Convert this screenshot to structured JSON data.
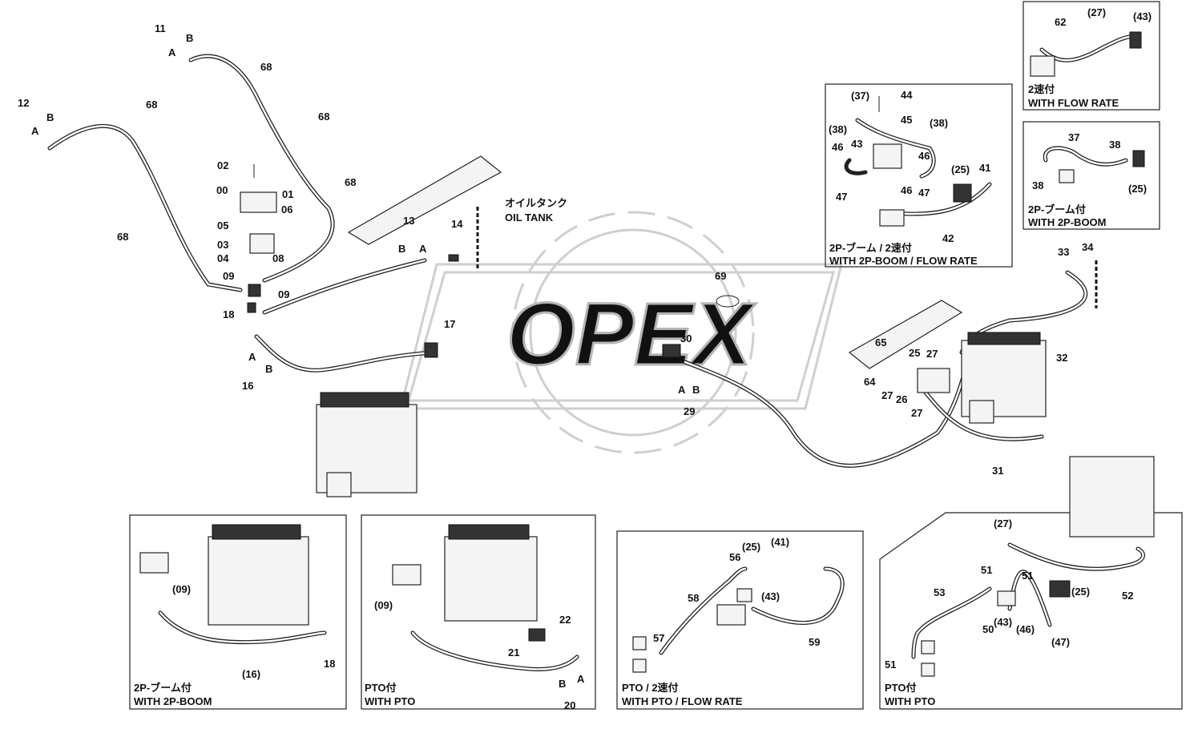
{
  "watermark": "OPEX",
  "oil_tank": {
    "jp": "オイルタンク",
    "en": "OIL TANK"
  },
  "main_labels": [
    {
      "id": "11",
      "text": "11"
    },
    {
      "id": "11b",
      "text": "B"
    },
    {
      "id": "11a",
      "text": "A"
    },
    {
      "id": "12",
      "text": "12"
    },
    {
      "id": "12b",
      "text": "B"
    },
    {
      "id": "12a",
      "text": "A"
    },
    {
      "id": "68a",
      "text": "68"
    },
    {
      "id": "68b",
      "text": "68"
    },
    {
      "id": "68c",
      "text": "68"
    },
    {
      "id": "68d",
      "text": "68"
    },
    {
      "id": "68e",
      "text": "68"
    },
    {
      "id": "02",
      "text": "02"
    },
    {
      "id": "00",
      "text": "00"
    },
    {
      "id": "01",
      "text": "01"
    },
    {
      "id": "06",
      "text": "06"
    },
    {
      "id": "05",
      "text": "05"
    },
    {
      "id": "03",
      "text": "03"
    },
    {
      "id": "04",
      "text": "04"
    },
    {
      "id": "08",
      "text": "08"
    },
    {
      "id": "09a",
      "text": "09"
    },
    {
      "id": "09b",
      "text": "09"
    },
    {
      "id": "18",
      "text": "18"
    },
    {
      "id": "13",
      "text": "13"
    },
    {
      "id": "13b",
      "text": "B"
    },
    {
      "id": "13a",
      "text": "A"
    },
    {
      "id": "14",
      "text": "14"
    },
    {
      "id": "17",
      "text": "17"
    },
    {
      "id": "16a",
      "text": "A"
    },
    {
      "id": "16b",
      "text": "B"
    },
    {
      "id": "16",
      "text": "16"
    },
    {
      "id": "69",
      "text": "69"
    },
    {
      "id": "30",
      "text": "30"
    },
    {
      "id": "29a",
      "text": "A"
    },
    {
      "id": "29b",
      "text": "B"
    },
    {
      "id": "29",
      "text": "29"
    },
    {
      "id": "33",
      "text": "33"
    },
    {
      "id": "34",
      "text": "34"
    },
    {
      "id": "65",
      "text": "65"
    },
    {
      "id": "25",
      "text": "25"
    },
    {
      "id": "27a",
      "text": "27"
    },
    {
      "id": "64",
      "text": "64"
    },
    {
      "id": "27b",
      "text": "27"
    },
    {
      "id": "26",
      "text": "26"
    },
    {
      "id": "27c",
      "text": "27"
    },
    {
      "id": "32",
      "text": "32"
    },
    {
      "id": "31",
      "text": "31"
    }
  ],
  "boxes": [
    {
      "id": "flow-rate-2p",
      "caption_jp": "2P-ブーム / 2速付",
      "caption_en": "WITH 2P-BOOM / FLOW RATE",
      "labels": [
        {
          "id": "37",
          "text": "(37)"
        },
        {
          "id": "44",
          "text": "44"
        },
        {
          "id": "45",
          "text": "45"
        },
        {
          "id": "38a",
          "text": "(38)"
        },
        {
          "id": "38b",
          "text": "(38)"
        },
        {
          "id": "43",
          "text": "43"
        },
        {
          "id": "46a",
          "text": "46"
        },
        {
          "id": "46b",
          "text": "46"
        },
        {
          "id": "46c",
          "text": "46"
        },
        {
          "id": "47a",
          "text": "47"
        },
        {
          "id": "47b",
          "text": "47"
        },
        {
          "id": "25",
          "text": "(25)"
        },
        {
          "id": "41",
          "text": "41"
        },
        {
          "id": "42",
          "text": "42"
        }
      ]
    },
    {
      "id": "flow-rate",
      "caption_jp": "2速付",
      "caption_en": "WITH FLOW RATE",
      "labels": [
        {
          "id": "62",
          "text": "62"
        },
        {
          "id": "27",
          "text": "(27)"
        },
        {
          "id": "43",
          "text": "(43)"
        }
      ]
    },
    {
      "id": "2p-boom-top",
      "caption_jp": "2P-ブーム付",
      "caption_en": "WITH 2P-BOOM",
      "labels": [
        {
          "id": "37",
          "text": "37"
        },
        {
          "id": "38a",
          "text": "38"
        },
        {
          "id": "38b",
          "text": "38"
        },
        {
          "id": "25",
          "text": "(25)"
        }
      ]
    },
    {
      "id": "2p-boom-bottom",
      "caption_jp": "2P-ブーム付",
      "caption_en": "WITH 2P-BOOM",
      "labels": [
        {
          "id": "09",
          "text": "(09)"
        },
        {
          "id": "16",
          "text": "(16)"
        },
        {
          "id": "18",
          "text": "18"
        }
      ]
    },
    {
      "id": "pto",
      "caption_jp": "PTO付",
      "caption_en": "WITH PTO",
      "labels": [
        {
          "id": "09",
          "text": "(09)"
        },
        {
          "id": "22",
          "text": "22"
        },
        {
          "id": "21",
          "text": "21"
        },
        {
          "id": "20b",
          "text": "B"
        },
        {
          "id": "20a",
          "text": "A"
        },
        {
          "id": "20",
          "text": "20"
        }
      ]
    },
    {
      "id": "pto-flow",
      "caption_jp": "PTO / 2速付",
      "caption_en": "WITH PTO / FLOW RATE",
      "labels": [
        {
          "id": "25",
          "text": "(25)"
        },
        {
          "id": "41",
          "text": "(41)"
        },
        {
          "id": "56",
          "text": "56"
        },
        {
          "id": "43",
          "text": "(43)"
        },
        {
          "id": "58",
          "text": "58"
        },
        {
          "id": "57",
          "text": "57"
        },
        {
          "id": "59",
          "text": "59"
        }
      ]
    },
    {
      "id": "pto-right",
      "caption_jp": "PTO付",
      "caption_en": "WITH PTO",
      "labels": [
        {
          "id": "27",
          "text": "(27)"
        },
        {
          "id": "51a",
          "text": "51"
        },
        {
          "id": "51b",
          "text": "51"
        },
        {
          "id": "53",
          "text": "53"
        },
        {
          "id": "25",
          "text": "(25)"
        },
        {
          "id": "52",
          "text": "52"
        },
        {
          "id": "50",
          "text": "50"
        },
        {
          "id": "43",
          "text": "(43)"
        },
        {
          "id": "46",
          "text": "(46)"
        },
        {
          "id": "47",
          "text": "(47)"
        },
        {
          "id": "51c",
          "text": "51"
        }
      ]
    }
  ]
}
